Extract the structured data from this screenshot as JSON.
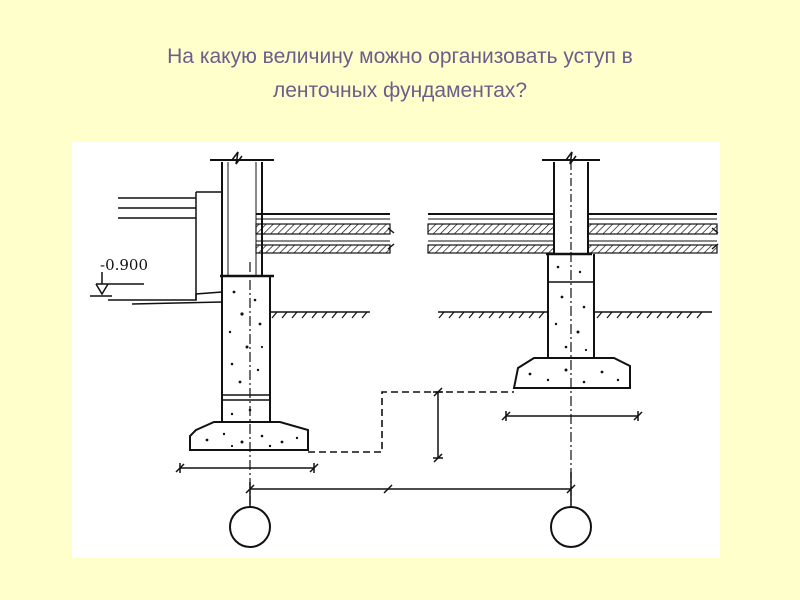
{
  "slide": {
    "title_line1": "На какую величину можно организовать уступ в",
    "title_line2": "ленточных фундаментах?"
  },
  "drawing": {
    "level_mark": "-0.900"
  },
  "colors": {
    "background": "#ffffcc",
    "title": "#6a5f8a",
    "panel": "#ffffff",
    "ink": "#111111"
  }
}
